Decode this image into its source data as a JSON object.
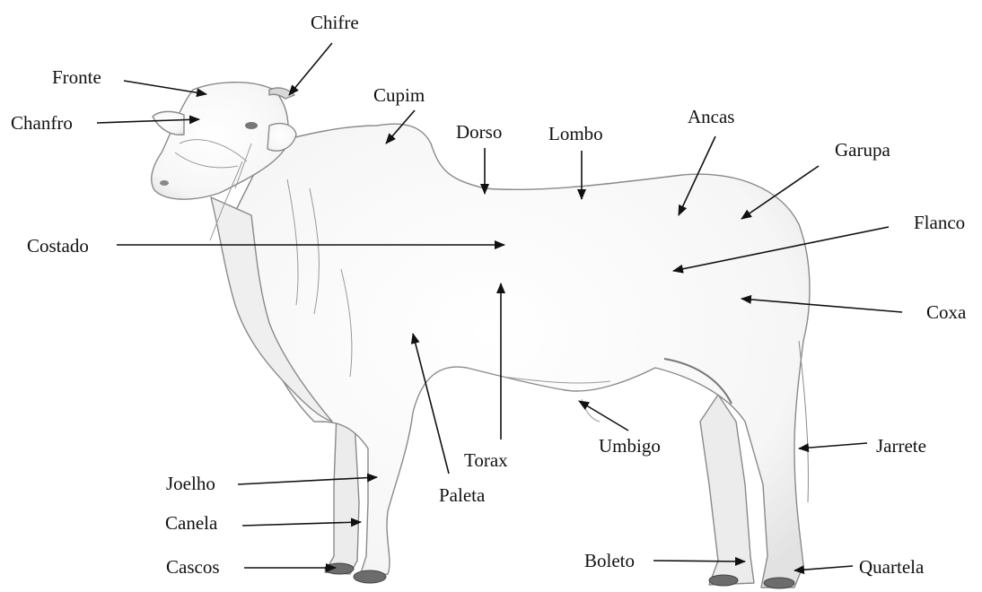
{
  "labels": {
    "chifre": "Chifre",
    "fronte": "Fronte",
    "chanfro": "Chanfro",
    "cupim": "Cupim",
    "dorso": "Dorso",
    "lombo": "Lombo",
    "ancas": "Ancas",
    "garupa": "Garupa",
    "flanco": "Flanco",
    "costado": "Costado",
    "coxa": "Coxa",
    "torax": "Torax",
    "umbigo": "Umbigo",
    "jarrete": "Jarrete",
    "joelho": "Joelho",
    "paleta": "Paleta",
    "canela": "Canela",
    "cascos": "Cascos",
    "boleto": "Boleto",
    "quartela": "Quartela"
  }
}
